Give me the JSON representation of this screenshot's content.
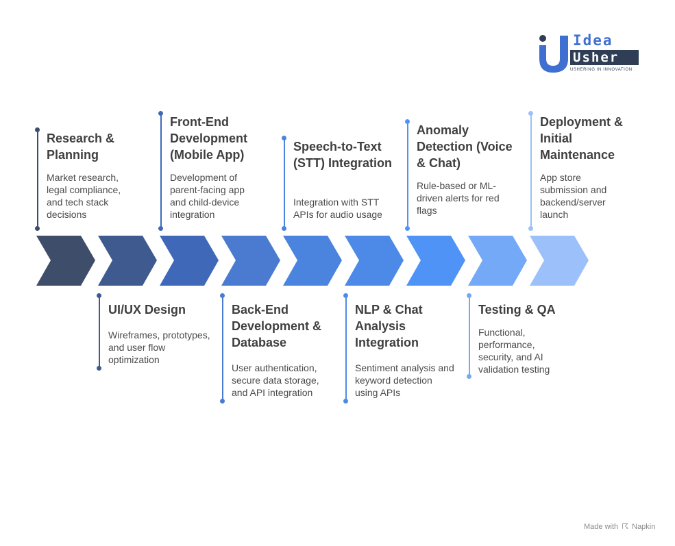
{
  "logo": {
    "line1": "Idea",
    "line2": "Usher",
    "tagline": "USHERING IN INNOVATION"
  },
  "colors": {
    "stage1": "#3d4d6a",
    "stage2": "#3f5a8e",
    "stage3": "#3f68b9",
    "stage4": "#4a7bd0",
    "stage5": "#4a84de",
    "stage6": "#4d8ae8",
    "stage7": "#4f93f7",
    "stage8": "#73a9f7",
    "stage9": "#9cc0fa"
  },
  "stages": [
    {
      "title": "Research & Planning",
      "description": "Market research, legal compliance, and tech stack decisions",
      "position": "top"
    },
    {
      "title": "UI/UX Design",
      "description": "Wireframes, prototypes, and user flow optimization",
      "position": "bottom"
    },
    {
      "title": "Front-End Development (Mobile App)",
      "description": "Development of parent-facing app and child-device integration",
      "position": "top"
    },
    {
      "title": "Back-End Development & Database",
      "description": "User authentication, secure data storage, and API integration",
      "position": "bottom"
    },
    {
      "title": "Speech-to-Text (STT) Integration",
      "description": "Integration with STT APIs for audio usage",
      "position": "top"
    },
    {
      "title": "NLP & Chat Analysis Integration",
      "description": "Sentiment analysis and keyword detection using APIs",
      "position": "bottom"
    },
    {
      "title": "Anomaly Detection (Voice & Chat)",
      "description": "Rule-based or ML-driven alerts for red flags",
      "position": "top"
    },
    {
      "title": "Testing & QA",
      "description": "Functional, performance, security, and AI validation testing",
      "position": "bottom"
    },
    {
      "title": "Deployment & Initial Maintenance",
      "description": "App store submission and backend/server launch",
      "position": "top"
    }
  ],
  "footer": {
    "made_with": "Made with",
    "brand": "Napkin",
    "icon": "napkin-icon"
  }
}
